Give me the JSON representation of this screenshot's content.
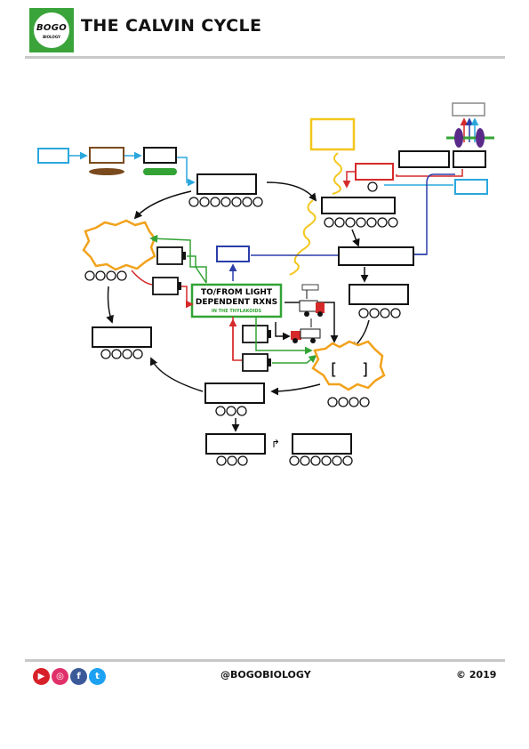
{
  "header": {
    "logo_text": "BOGO",
    "logo_subtext": "BIOLOGY",
    "title": "THE CALVIN CYCLE"
  },
  "diagram": {
    "center_box_line1": "TO/FROM LIGHT",
    "center_box_line2": "DEPENDENT RXNS",
    "center_box_line3": "IN THE THYLAKOIDS",
    "bracket_left": "[",
    "bracket_right": "]",
    "arrow_symbol": "↱"
  },
  "footer": {
    "handle": "@BOGOBIOLOGY",
    "copyright": "© 2019",
    "social": [
      {
        "icon": "youtube-icon",
        "color": "#d7212a"
      },
      {
        "icon": "instagram-icon",
        "color": "#e0306a"
      },
      {
        "icon": "facebook-icon",
        "color": "#3b5998"
      },
      {
        "icon": "twitter-icon",
        "color": "#1da1f2"
      }
    ]
  },
  "colors": {
    "black": "#111111",
    "blue_light": "#2aa7dd",
    "blue_dark": "#2b3ea8",
    "red": "#d62a2a",
    "green": "#33a335",
    "yellow": "#f3c61b",
    "orange": "#f2a21c",
    "brown": "#7a4a1e",
    "purple": "#5a2a8a"
  }
}
